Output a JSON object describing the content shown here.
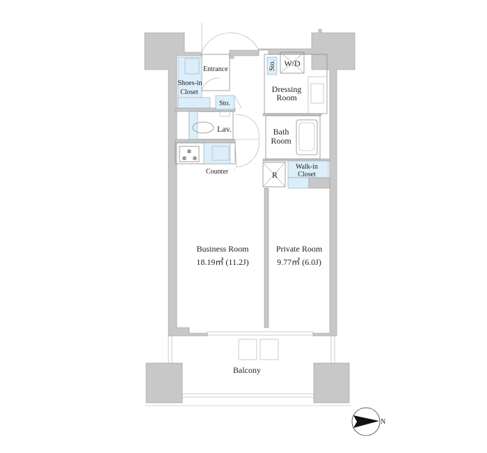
{
  "rooms": {
    "entrance": "Entrance",
    "shoes_closet_line1": "Shoes-in",
    "shoes_closet_line2": "Closet",
    "storage_1": "Sto.",
    "storage_2": "Sto.",
    "washer_dryer": "W/D",
    "dressing_line1": "Dressing",
    "dressing_line2": "Room",
    "lavatory": "Lav.",
    "bath_line1": "Bath",
    "bath_line2": "Room",
    "counter": "Counter",
    "refrigerator": "R",
    "walkin_line1": "Walk-in",
    "walkin_line2": "Closet",
    "business_room": "Business Room",
    "business_area": "18.19㎡ (11.2J)",
    "private_room": "Private Room",
    "private_area": "9.77㎡ (6.0J)",
    "balcony": "Balcony"
  },
  "compass": {
    "label": "N",
    "icon": "north-arrow-icon"
  },
  "colors": {
    "wall": "#c8c8c8",
    "storage": "#dceef9"
  }
}
